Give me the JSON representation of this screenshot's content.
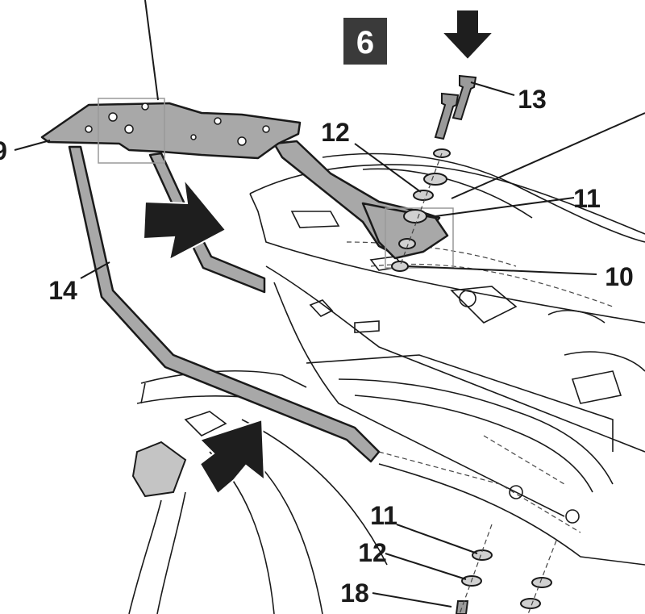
{
  "step": {
    "number": "6"
  },
  "callouts": [
    {
      "id": "c9",
      "text": "9"
    },
    {
      "id": "c13",
      "text": "13"
    },
    {
      "id": "c12a",
      "text": "12"
    },
    {
      "id": "c11a",
      "text": "11"
    },
    {
      "id": "c10",
      "text": "10"
    },
    {
      "id": "c14",
      "text": "14"
    },
    {
      "id": "c11b",
      "text": "11"
    },
    {
      "id": "c12b",
      "text": "12"
    },
    {
      "id": "c18",
      "text": "18"
    }
  ],
  "colors": {
    "part_fill": "#a8a8a8",
    "arrow": "#1e1e1e",
    "badge": "#3a3a3a"
  }
}
